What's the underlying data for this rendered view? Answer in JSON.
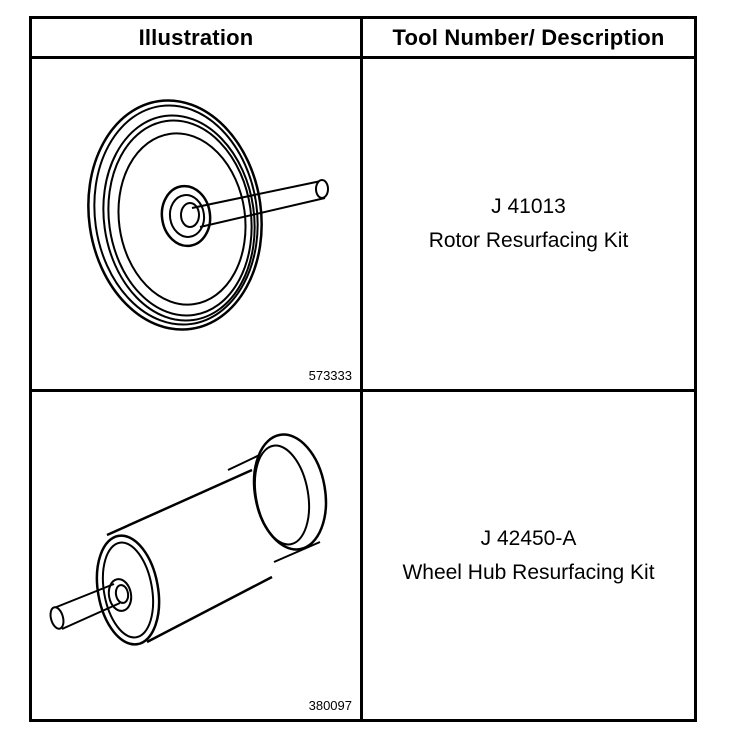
{
  "table": {
    "header": {
      "illustration": "Illustration",
      "tool": "Tool Number/ Description"
    },
    "rows": [
      {
        "figure_number": "573333",
        "tool_number": "J 41013",
        "description": "Rotor Resurfacing Kit",
        "illustration_icon": "rotor-disc-with-shaft-icon"
      },
      {
        "figure_number": "380097",
        "tool_number": "J 42450-A",
        "description": "Wheel Hub Resurfacing Kit",
        "illustration_icon": "hub-cylinder-with-shaft-icon"
      }
    ]
  }
}
